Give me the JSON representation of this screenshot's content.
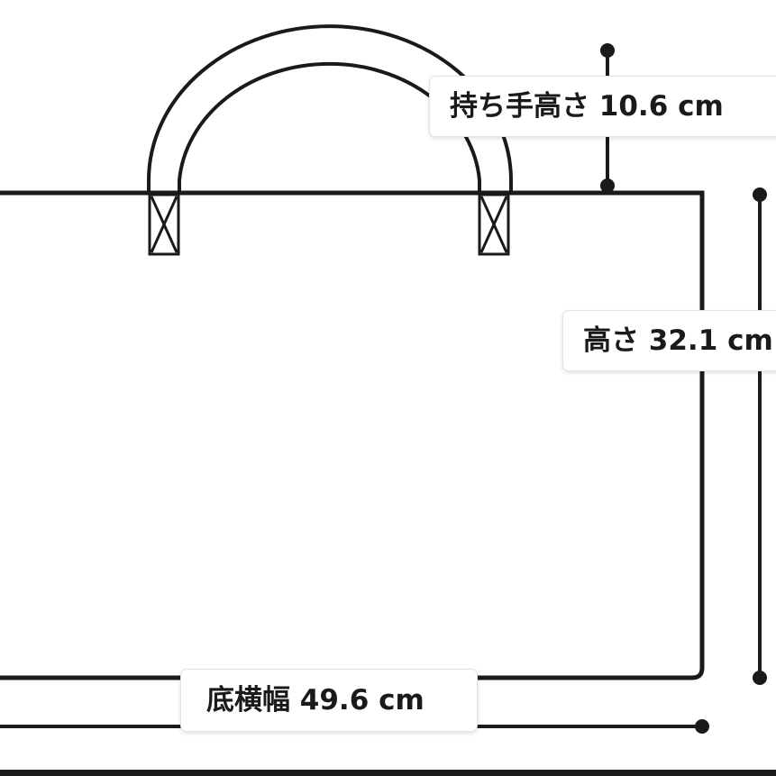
{
  "labels": {
    "handle_height": "持ち手高さ 10.6 cm",
    "height": "高さ 32.1 cm",
    "bottom_width": "底横幅 49.6 cm"
  },
  "measurements": {
    "handle_height_cm": 10.6,
    "height_cm": 32.1,
    "bottom_width_cm": 49.6
  },
  "colors": {
    "line": "#1a1a1a",
    "background": "#ffffff",
    "label_border": "#e2e2e2"
  }
}
